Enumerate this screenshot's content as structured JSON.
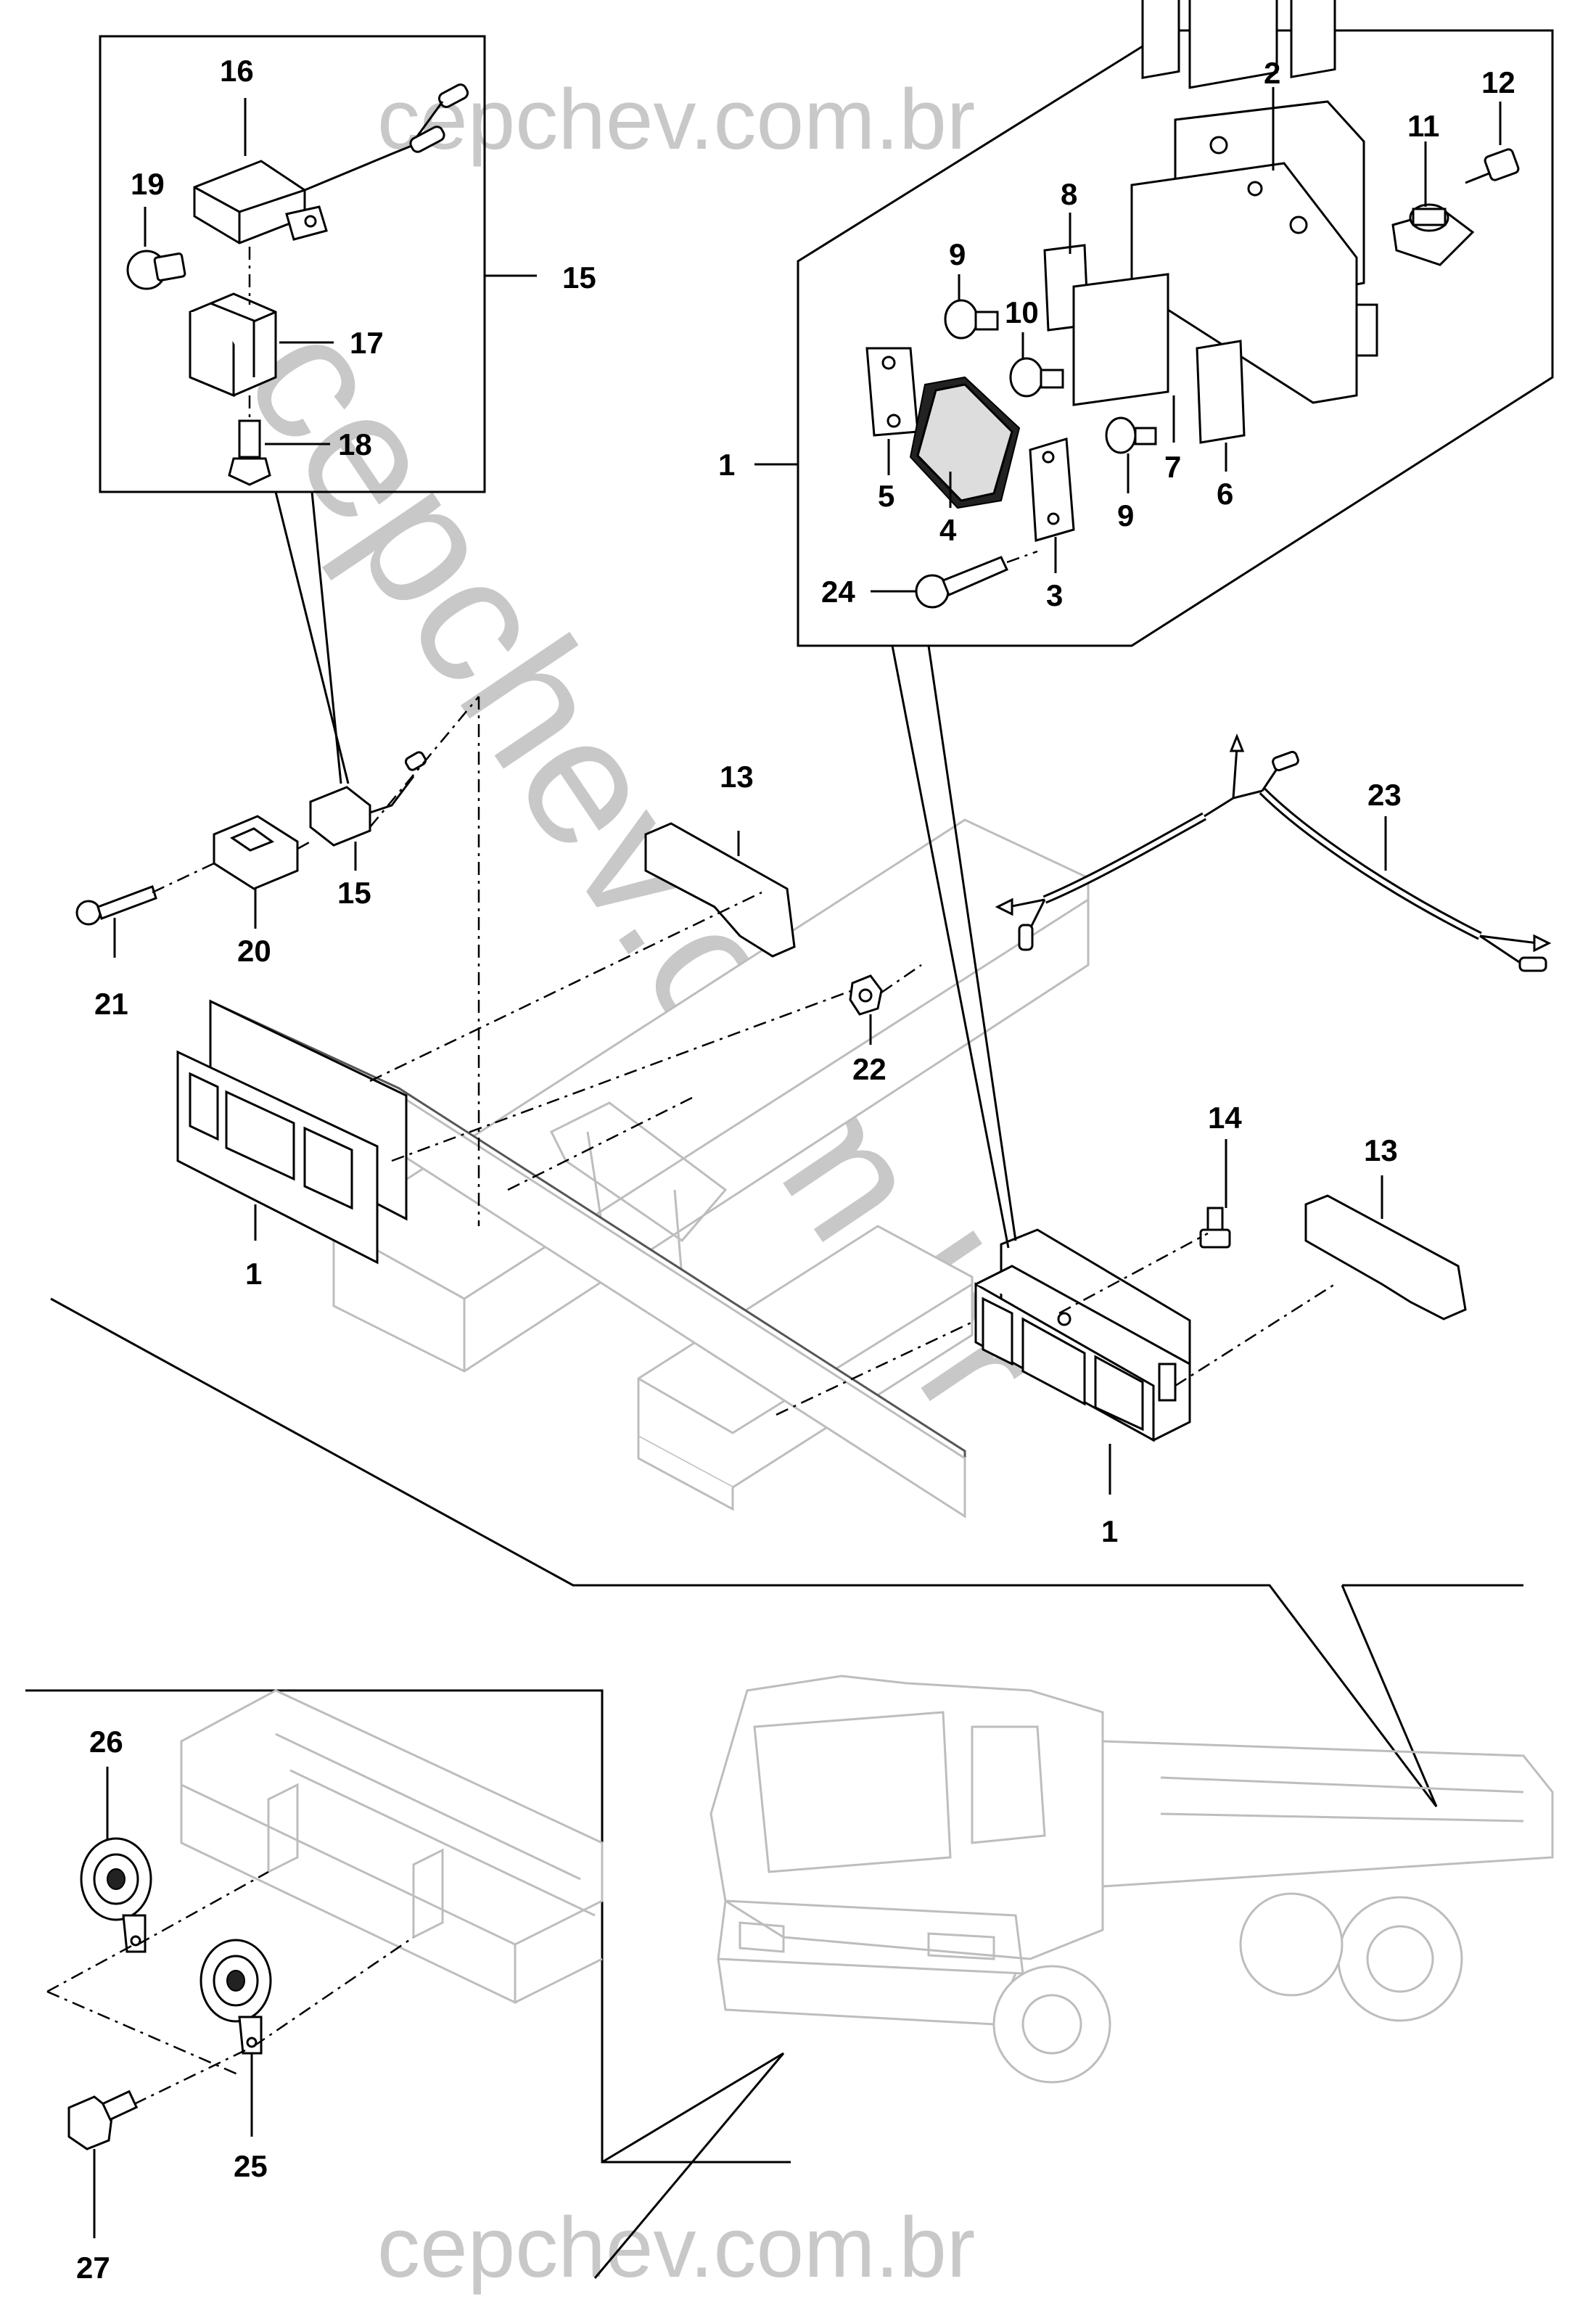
{
  "watermark": {
    "top": "cepchev.com.br",
    "bottom": "cepchev.com.br",
    "diagonal": "cepchev.com.br"
  },
  "callouts": {
    "c1_inset": "1",
    "c1_left": "1",
    "c1_right": "1",
    "c2": "2",
    "c3": "3",
    "c4": "4",
    "c5": "5",
    "c6": "6",
    "c7": "7",
    "c8": "8",
    "c9_top": "9",
    "c9_bottom": "9",
    "c10": "10",
    "c11": "11",
    "c12": "12",
    "c13_left": "13",
    "c13_right": "13",
    "c14": "14",
    "c15_inset": "15",
    "c15_main": "15",
    "c16": "16",
    "c17": "17",
    "c18": "18",
    "c19": "19",
    "c20": "20",
    "c21": "21",
    "c22": "22",
    "c23": "23",
    "c24": "24",
    "c25": "25",
    "c26": "26",
    "c27": "27"
  }
}
